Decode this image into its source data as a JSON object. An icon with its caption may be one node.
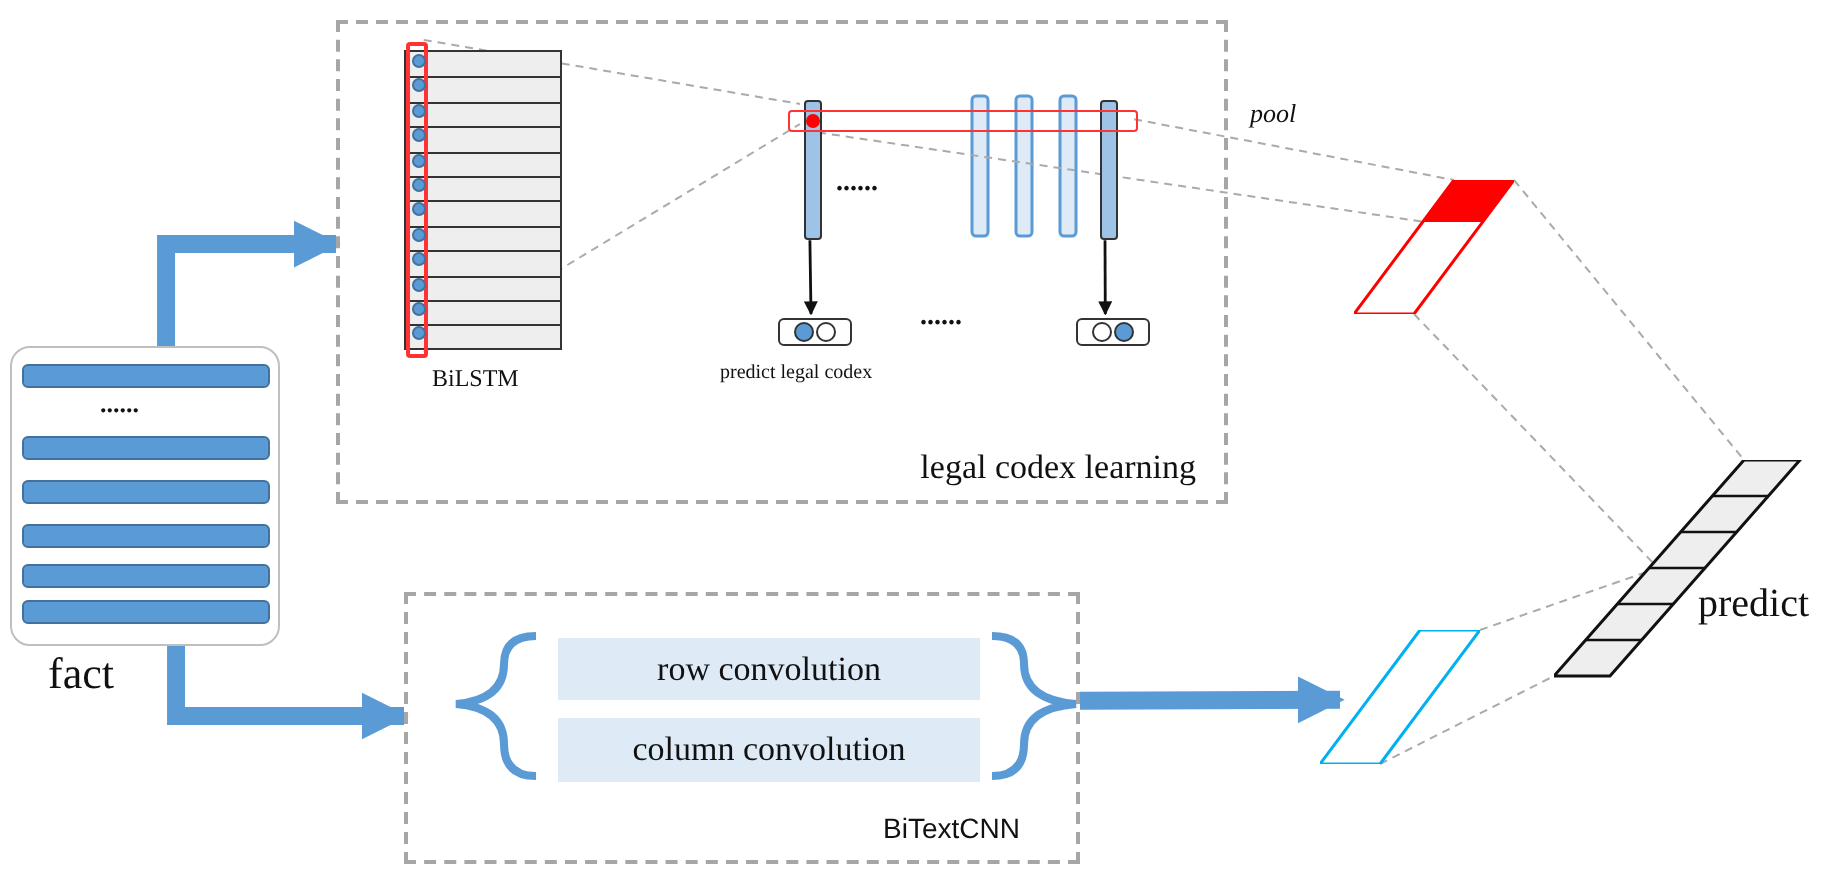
{
  "diagram": {
    "nodes": [
      {
        "text": [
          "fact"
        ]
      },
      {
        "text": [
          "legal codex learning"
        ]
      },
      {
        "text": [
          "BiLSTM"
        ],
        "in": 1
      },
      {
        "text": [],
        "shape": "bar",
        "in": 1
      },
      {
        "text": [],
        "shape": "bar",
        "in": 1
      },
      {
        "text": [],
        "shape": "box",
        "in": 1
      },
      {
        "text": [],
        "shape": "box",
        "in": 1,
        "beside": [
          "predict legal codex"
        ]
      },
      {
        "text": [],
        "shape": "box",
        "in": 1
      },
      {
        "text": [
          "BiTextCNN"
        ]
      },
      {
        "text": [
          "row convolution"
        ],
        "in": 8
      },
      {
        "text": [
          "column convolution"
        ],
        "in": 8
      },
      {
        "text": [],
        "shape": "bar"
      },
      {
        "text": [],
        "shape": "bar"
      },
      {
        "text": [
          "predict"
        ]
      }
    ],
    "edges": [
      {
        "from": 0,
        "to": 1,
        "arrow": "to",
        "style": "thick",
        "color": "#5b9bd5"
      },
      {
        "from": 0,
        "to": 8,
        "arrow": "to",
        "style": "thick",
        "color": "#5b9bd5"
      },
      {
        "from": 8,
        "to": 12,
        "arrow": "to",
        "style": "thick",
        "color": "#5b9bd5"
      },
      {
        "from": 2,
        "to": 3,
        "arrow": "none",
        "style": "dashed",
        "color": "#aaaaaa"
      },
      {
        "from": 5,
        "to": 11,
        "arrow": "none",
        "style": "dashed",
        "color": "#aaaaaa",
        "label": "pool"
      },
      {
        "from": 3,
        "to": 6,
        "arrow": "to",
        "color": "#111111"
      },
      {
        "from": 4,
        "to": 7,
        "arrow": "to",
        "color": "#111111"
      },
      {
        "from": 11,
        "to": 13,
        "arrow": "none",
        "style": "dashed",
        "color": "#aaaaaa"
      },
      {
        "from": 12,
        "to": 13,
        "arrow": "none",
        "style": "dashed",
        "color": "#aaaaaa"
      },
      {
        "from": 2,
        "to": 3,
        "arrow": "none",
        "style": "dashed",
        "color": "#aaaaaa"
      },
      {
        "from": 3,
        "to": 11,
        "arrow": "none",
        "style": "dashed",
        "color": "#aaaaaa"
      },
      {
        "from": 11,
        "to": 13,
        "arrow": "none",
        "style": "dashed",
        "color": "#aaaaaa"
      },
      {
        "from": 12,
        "to": 13,
        "arrow": "none",
        "style": "dashed",
        "color": "#aaaaaa"
      }
    ],
    "labels": [
      "......",
      "......",
      "......"
    ]
  }
}
